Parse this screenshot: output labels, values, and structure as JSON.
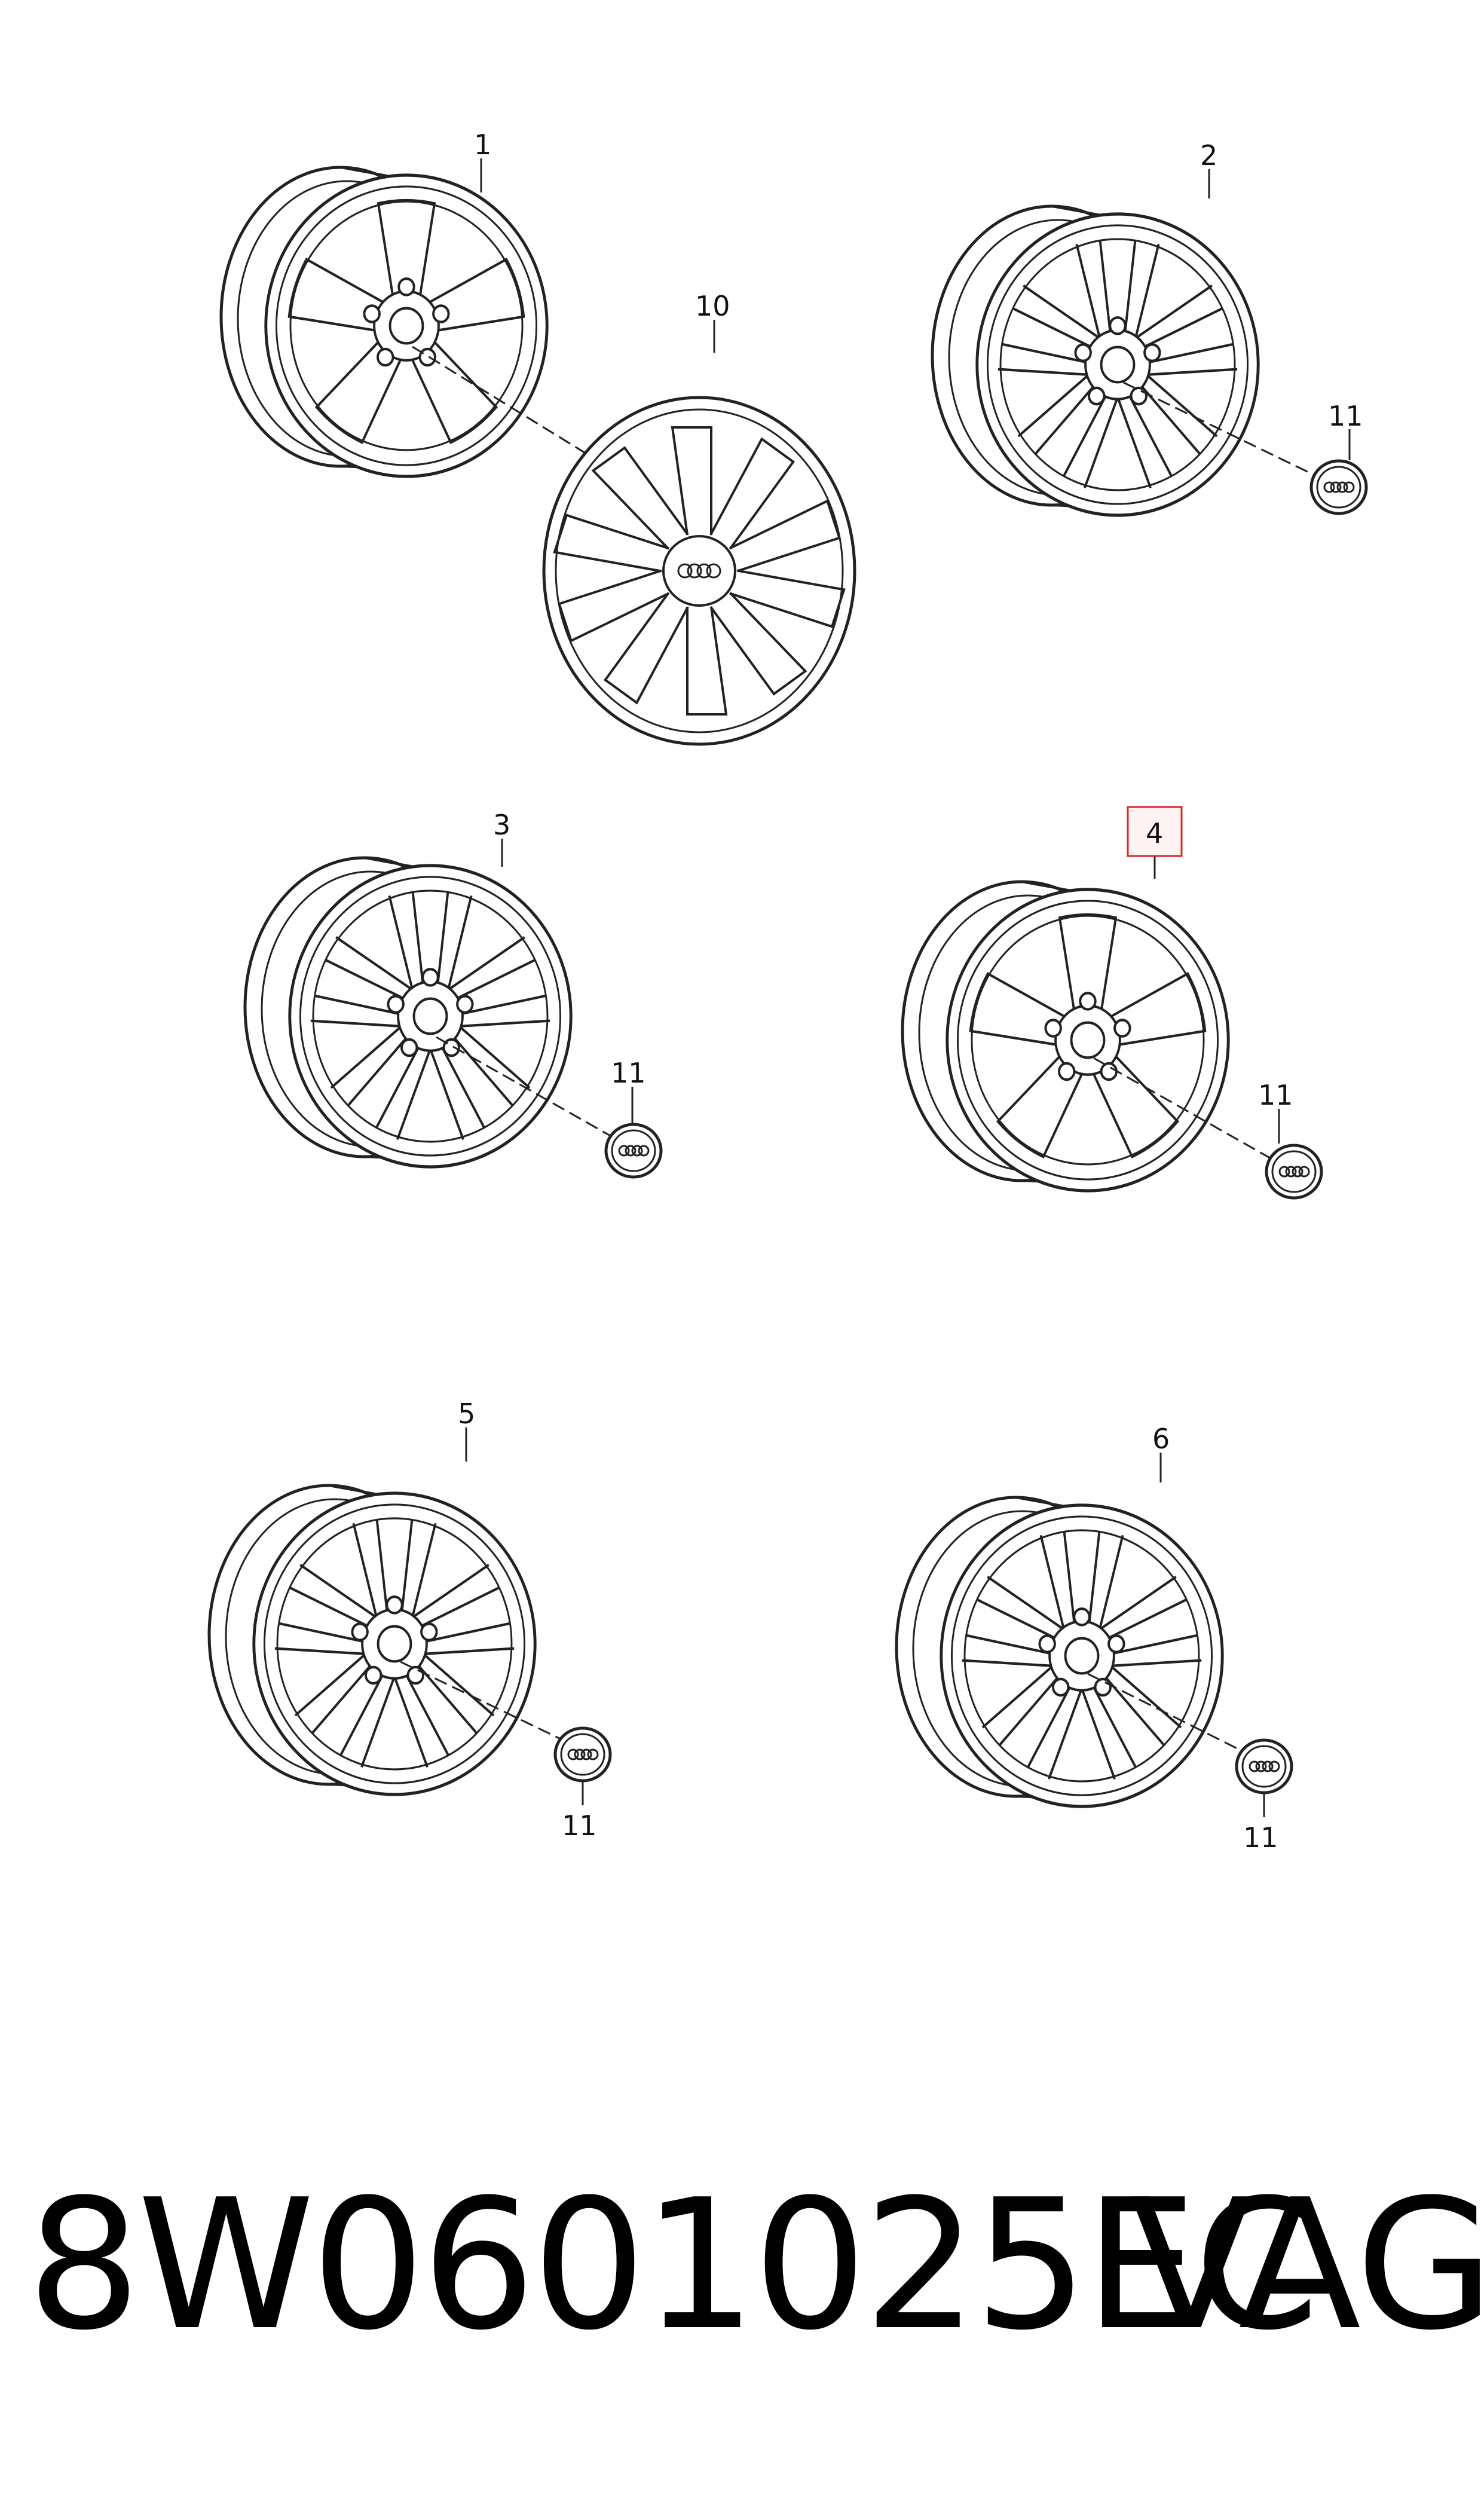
{
  "callouts": {
    "c1": "1",
    "c2": "2",
    "c3": "3",
    "c4": "4",
    "c5": "5",
    "c6": "6",
    "c10": "10",
    "c11a": "11",
    "c11b": "11",
    "c11c": "11",
    "c11d": "11",
    "c11e": "11"
  },
  "highlight_color": "#e0202a",
  "footer": {
    "part_number": "8W0601025EC",
    "brand": "VAG"
  }
}
